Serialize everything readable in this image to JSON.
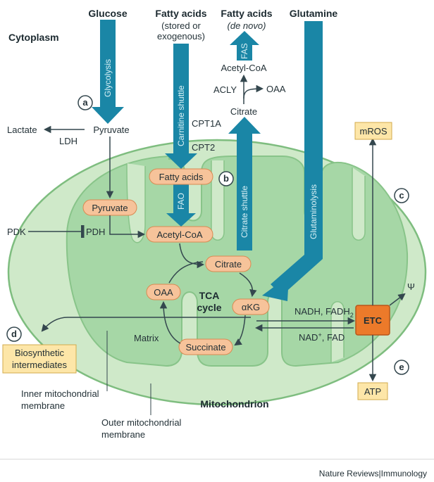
{
  "headers": {
    "glucose": "Glucose",
    "fatty_acids_1": "Fatty acids",
    "fatty_acids_1_sub1": "(stored or",
    "fatty_acids_1_sub2": "exogenous)",
    "fatty_acids_2": "Fatty acids",
    "fatty_acids_2_sub": "(de novo)",
    "glutamine": "Glutamine",
    "cytoplasm": "Cytoplasm",
    "mitochondrion": "Mitochondrion",
    "tca_1": "TCA",
    "tca_2": "cycle"
  },
  "pathways": {
    "glycolysis": "Glycolysis",
    "carnitine_shuttle": "Carnitine shuttle",
    "citrate_shuttle": "Citrate shuttle",
    "glutaminolysis": "Glutaminolysis",
    "fas": "FAS",
    "fao": "FAO"
  },
  "labels": {
    "pyruvate_cyto": "Pyruvate",
    "lactate": "Lactate",
    "ldh": "LDH",
    "acetyl_coa_cyto": "Acetyl-CoA",
    "acly": "ACLY",
    "oaa_cyto": "OAA",
    "citrate_cyto": "Citrate",
    "cpt1a": "CPT1A",
    "cpt2": "CPT2",
    "pdk": "PDK",
    "pdh": "PDH",
    "matrix": "Matrix",
    "nadh_fadh": "NADH, FADH",
    "nadh_sub": "2",
    "nad_fad_pre": "NAD",
    "nad_sup": "+",
    "nad_fad_post": ", FAD",
    "psi": "Ψ",
    "inner_membrane_1": "Inner mitochondrial",
    "inner_membrane_2": "membrane",
    "outer_membrane_1": "Outer mitochondrial",
    "outer_membrane_2": "membrane"
  },
  "pills": {
    "fatty_acids": "Fatty acids",
    "pyruvate": "Pyruvate",
    "acetyl_coa": "Acetyl-CoA",
    "citrate": "Citrate",
    "akg": "αKG",
    "oaa": "OAA",
    "succinate": "Succinate"
  },
  "boxes": {
    "mros": "mROS",
    "etc": "ETC",
    "atp": "ATP",
    "biosynth_1": "Biosynthetic",
    "biosynth_2": "intermediates"
  },
  "markers": {
    "a": "a",
    "b": "b",
    "c": "c",
    "d": "d",
    "e": "e"
  },
  "footer": {
    "journal": "Nature Reviews",
    "separator": "|",
    "section": "Immunology"
  },
  "colors": {
    "mito_outer": "#c9e6c4",
    "mito_inner": "#9fd4a0",
    "membrane_stroke": "#7fbf80",
    "teal_arrow": "#1a86a6",
    "pill_fill": "#f6c39a",
    "box_fill": "#fde6a8",
    "etc_fill": "#ec7a2a"
  }
}
